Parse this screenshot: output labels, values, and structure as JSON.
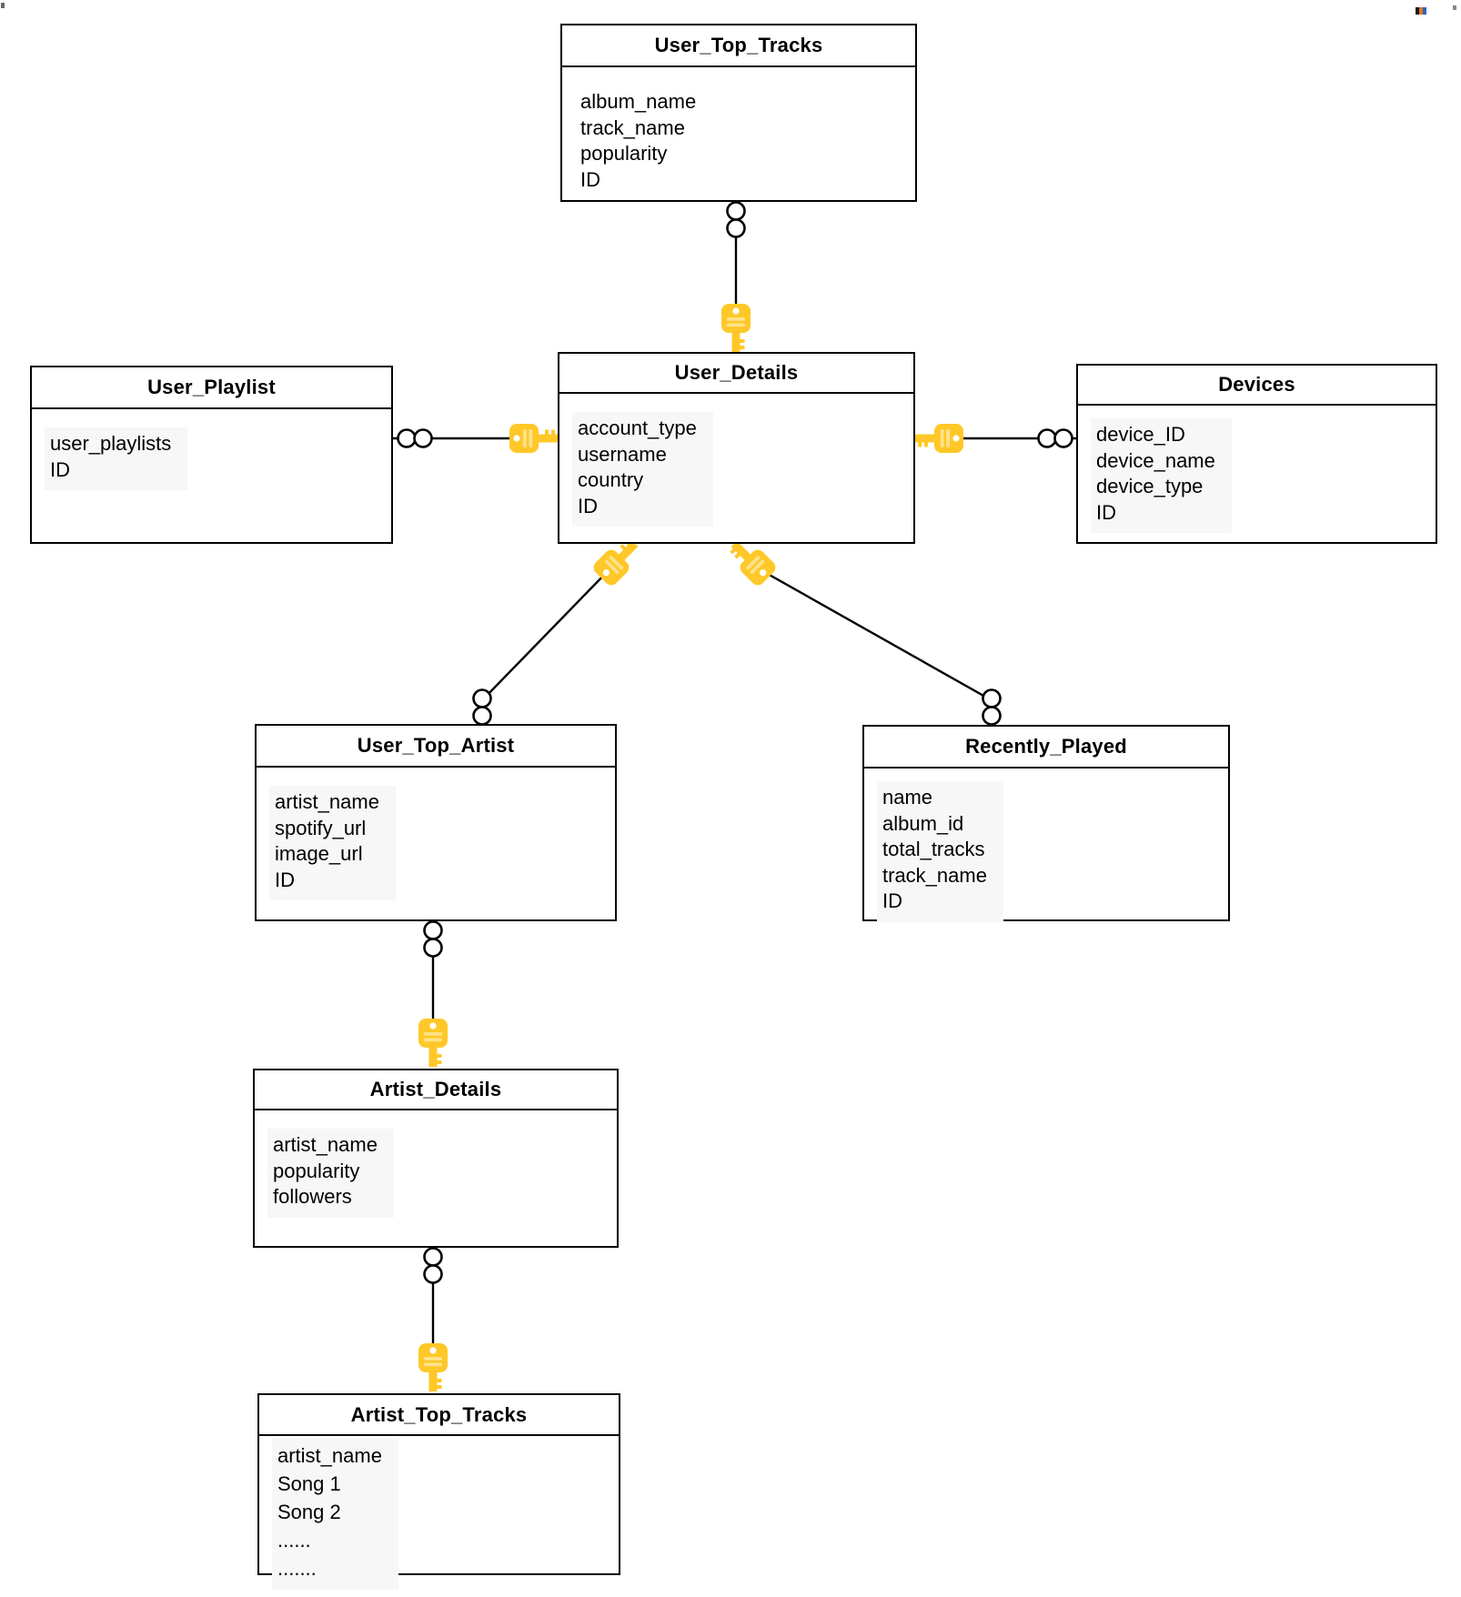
{
  "diagram": {
    "type": "entity-relationship-diagram",
    "background_color": "#ffffff",
    "line_color": "#000000",
    "box_border_color": "#000000",
    "field_highlight_color": "#f7f7f7",
    "key_icon_color": "#FFC828",
    "key_icon_stripe_color": "#FFE28A",
    "icons": {
      "key": "primary-key-icon",
      "cardinality": "zero-or-many-double-circle"
    },
    "entities": [
      {
        "title": "User_Top_Tracks",
        "fields": [
          "album_name",
          "track_name",
          "popularity",
          "ID"
        ]
      },
      {
        "title": "User_Playlist",
        "fields": [
          "user_playlists",
          "ID"
        ]
      },
      {
        "title": "User_Details",
        "fields": [
          "account_type",
          "username",
          "country",
          "ID"
        ]
      },
      {
        "title": "Devices",
        "fields": [
          "device_ID",
          "device_name",
          "device_type",
          "ID"
        ]
      },
      {
        "title": "User_Top_Artist",
        "fields": [
          "artist_name",
          "spotify_url",
          "image_url",
          "ID"
        ]
      },
      {
        "title": "Recently_Played",
        "fields": [
          "name",
          "album_id",
          "total_tracks",
          "track_name",
          "ID"
        ]
      },
      {
        "title": "Artist_Details",
        "fields": [
          "artist_name",
          "popularity",
          "followers"
        ]
      },
      {
        "title": "Artist_Top_Tracks",
        "fields": [
          "artist_name",
          "Song 1",
          "Song 2",
          "......",
          "......."
        ]
      }
    ],
    "relationships": [
      {
        "entity_a": "User_Top_Tracks",
        "end_a": "double-circle",
        "entity_b": "User_Details",
        "end_b": "key"
      },
      {
        "entity_a": "User_Playlist",
        "end_a": "double-circle",
        "entity_b": "User_Details",
        "end_b": "key"
      },
      {
        "entity_a": "Devices",
        "end_a": "double-circle",
        "entity_b": "User_Details",
        "end_b": "key"
      },
      {
        "entity_a": "User_Top_Artist",
        "end_a": "double-circle",
        "entity_b": "User_Details",
        "end_b": "key"
      },
      {
        "entity_a": "Recently_Played",
        "end_a": "double-circle",
        "entity_b": "User_Details",
        "end_b": "key"
      },
      {
        "entity_a": "User_Top_Artist",
        "end_a": "double-circle",
        "entity_b": "Artist_Details",
        "end_b": "key"
      },
      {
        "entity_a": "Artist_Details",
        "end_a": "double-circle",
        "entity_b": "Artist_Top_Tracks",
        "end_b": "key"
      }
    ],
    "artifacts": {
      "top_left_dot_color": "#666666",
      "top_right_fragment_colors": [
        "#1a1a1a",
        "#e07820",
        "#2862c8"
      ],
      "top_right_dot_color": "#888888"
    }
  }
}
